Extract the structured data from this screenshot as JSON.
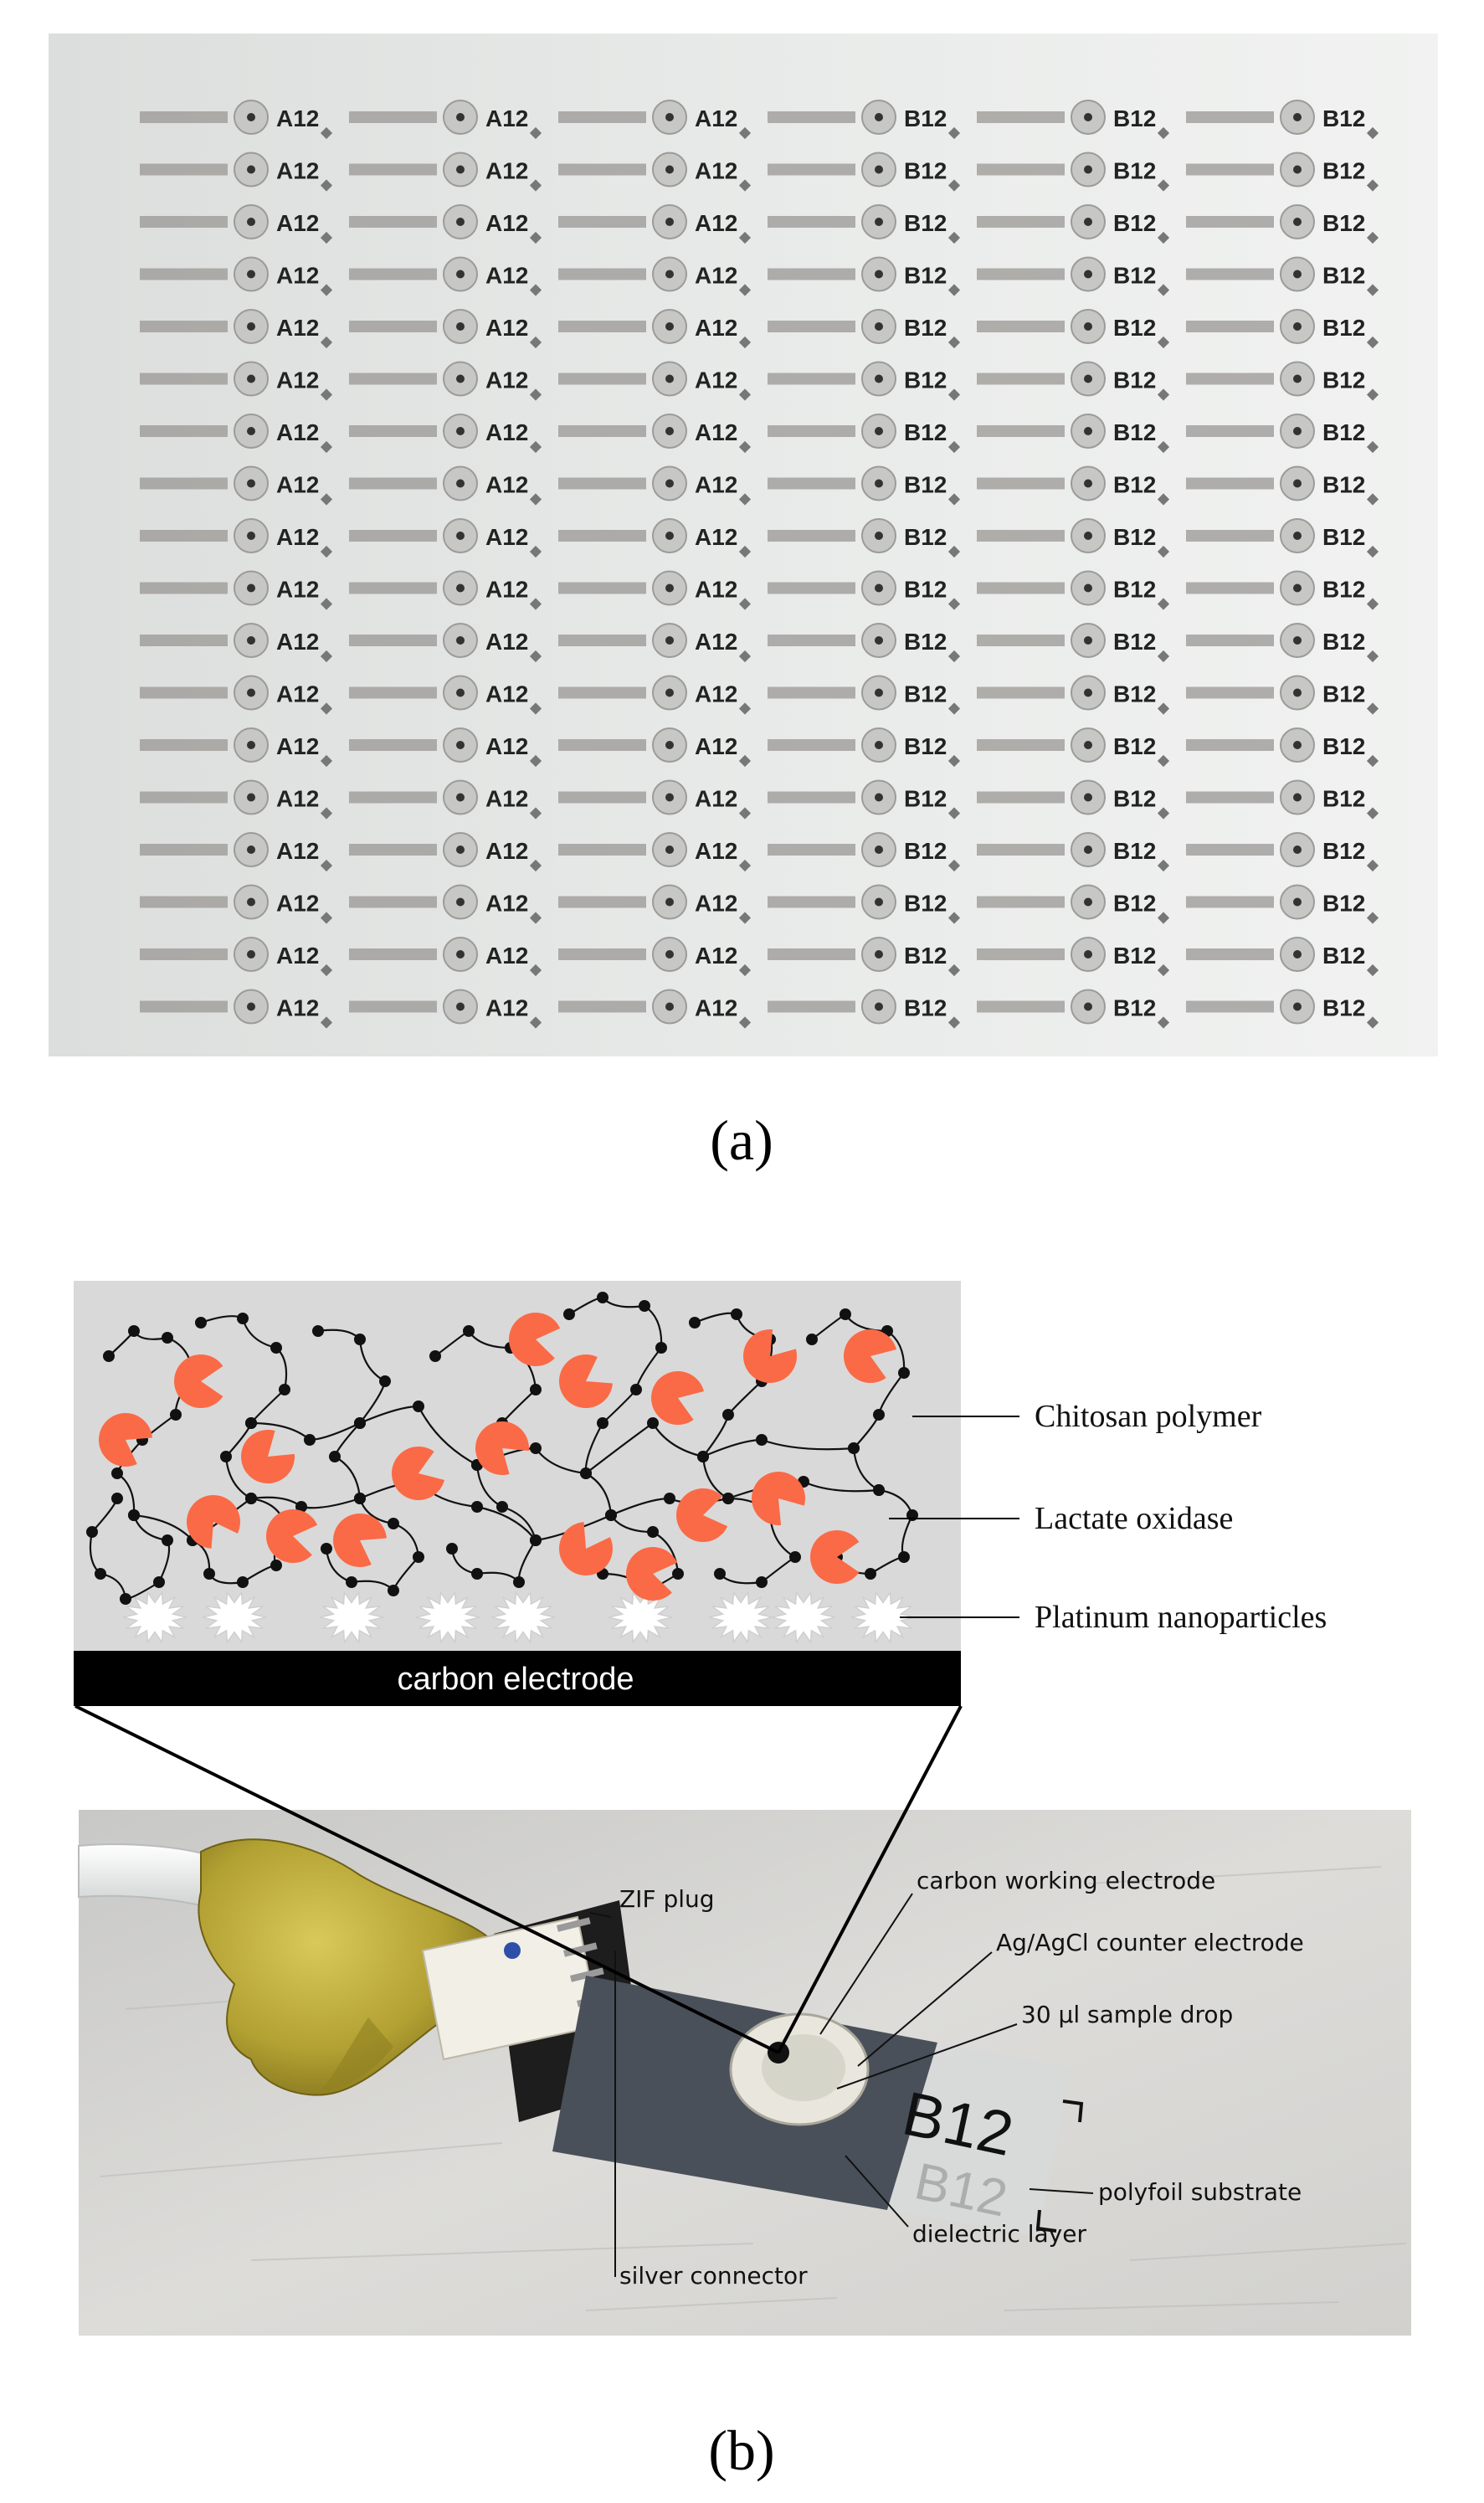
{
  "panel_a": {
    "label": "(a)",
    "sensor_columns": [
      {
        "code": "A12"
      },
      {
        "code": "A12"
      },
      {
        "code": "A12"
      },
      {
        "code": "B12"
      },
      {
        "code": "B12"
      },
      {
        "code": "B12"
      }
    ],
    "rows_per_column": 18
  },
  "panel_b": {
    "label": "(b)",
    "inset": {
      "electrode_label": "carbon electrode",
      "legend": [
        "Chitosan polymer",
        "Lactate oxidase",
        "Platinum nanoparticles"
      ]
    },
    "photo": {
      "strip_code": "B12",
      "callouts": {
        "zif_plug": "ZIF plug",
        "working_electrode": "carbon working electrode",
        "counter_electrode": "Ag/AgCl counter electrode",
        "sample_drop": "30 µl sample drop",
        "substrate": "polyfoil substrate",
        "dielectric": "dielectric layer",
        "connector": "silver connector"
      }
    }
  },
  "colors": {
    "enzyme": "#fa6a46",
    "polymer_bead": "#111111",
    "electrode": "#000000",
    "inset_background": "#d9d9d9",
    "sheet_background": "#e7e9e8"
  }
}
